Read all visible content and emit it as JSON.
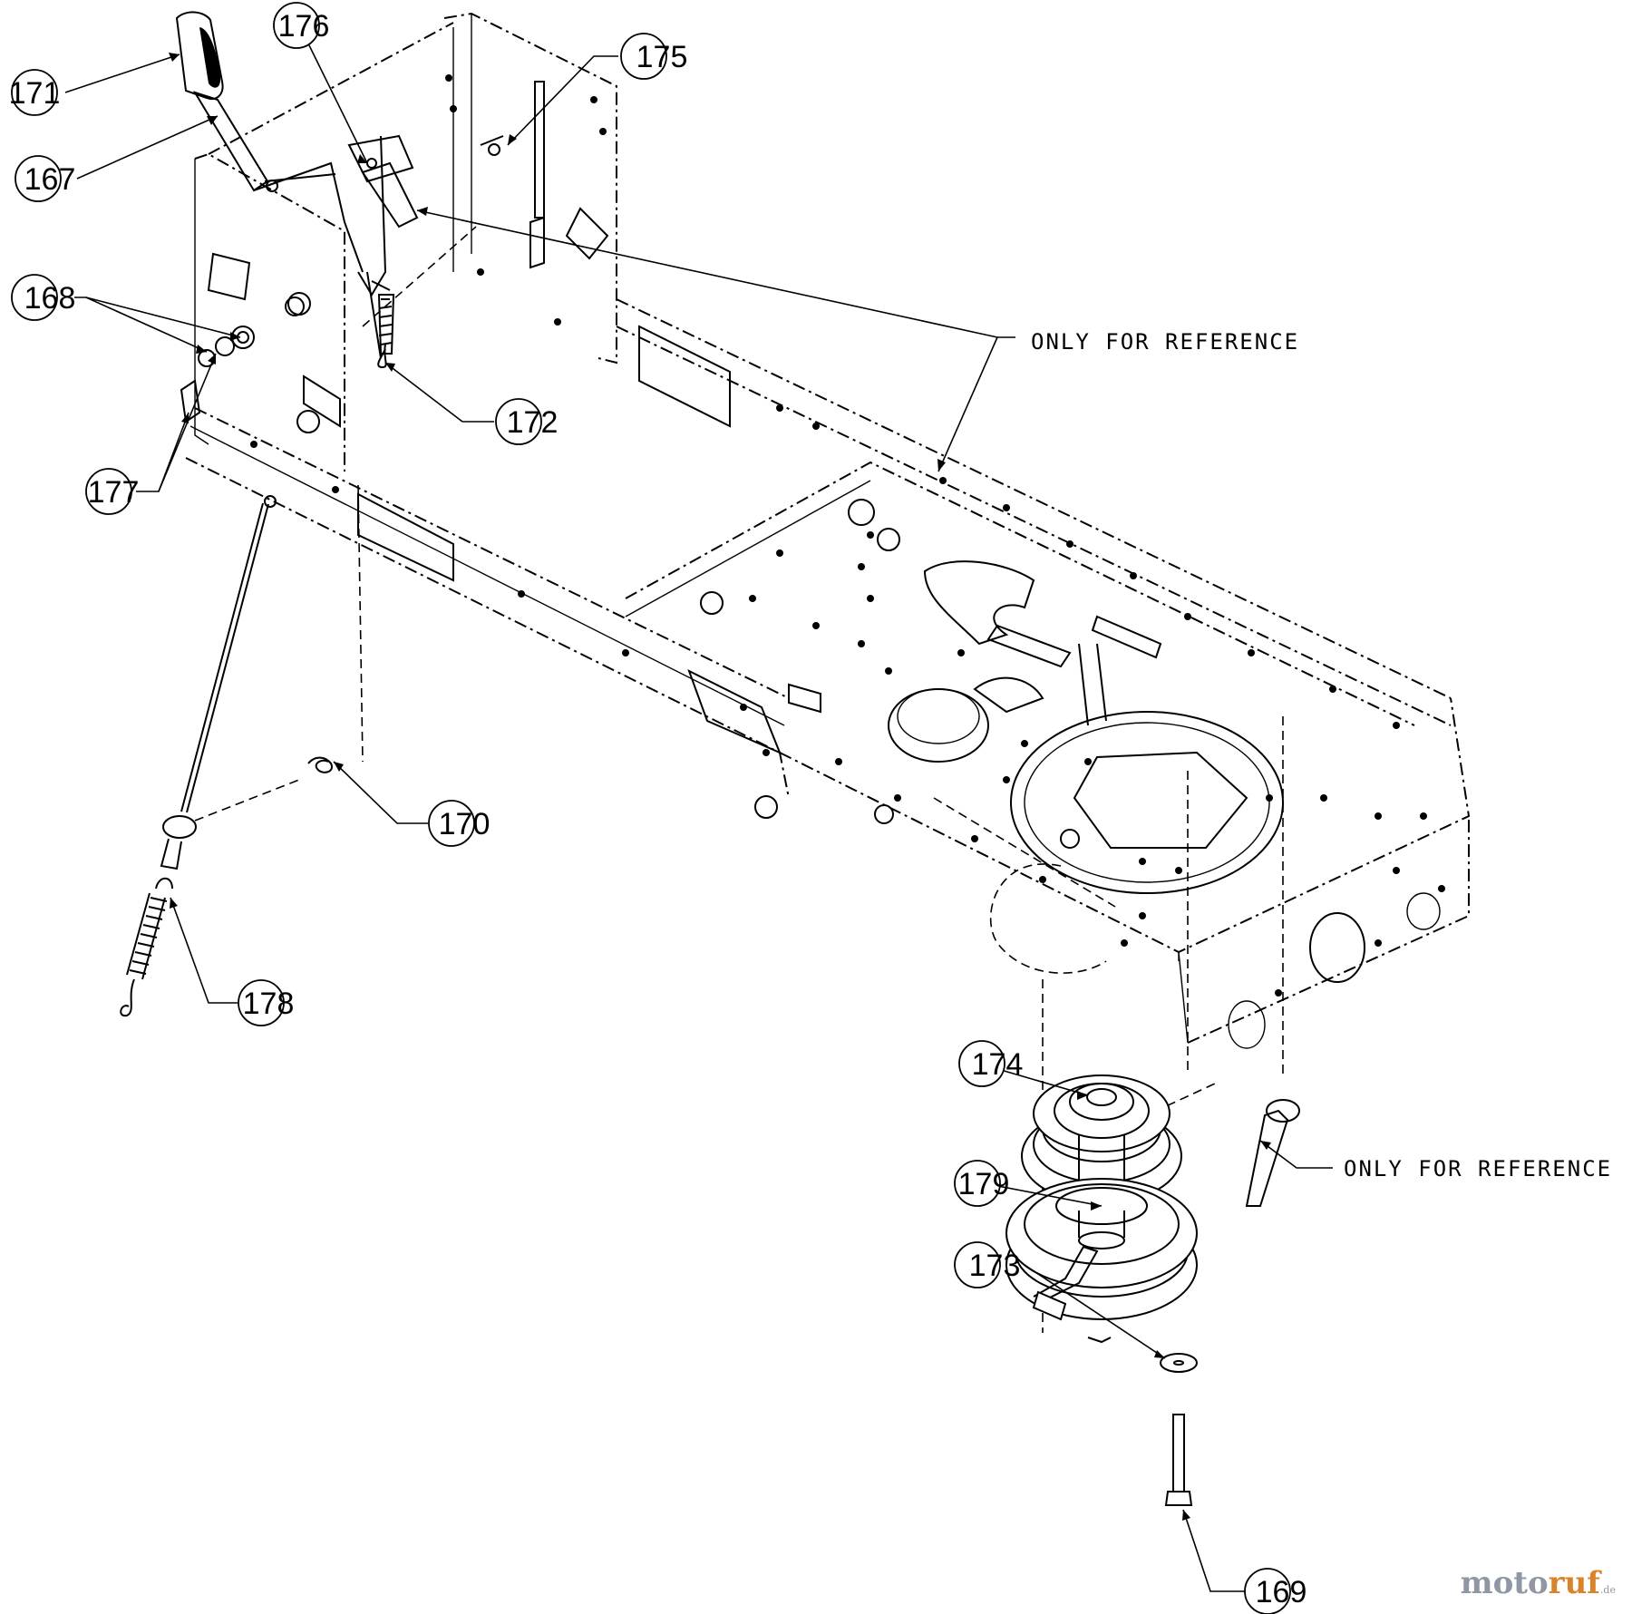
{
  "callouts": [
    {
      "key": "c171",
      "label": "171"
    },
    {
      "key": "c167",
      "label": "167"
    },
    {
      "key": "c176",
      "label": "176"
    },
    {
      "key": "c175",
      "label": "175"
    },
    {
      "key": "c168",
      "label": "168"
    },
    {
      "key": "c172",
      "label": "172"
    },
    {
      "key": "c177",
      "label": "177"
    },
    {
      "key": "c170",
      "label": "170"
    },
    {
      "key": "c178",
      "label": "178"
    },
    {
      "key": "c174",
      "label": "174"
    },
    {
      "key": "c179",
      "label": "179"
    },
    {
      "key": "c173",
      "label": "173"
    },
    {
      "key": "c169",
      "label": "169"
    }
  ],
  "notes": {
    "reference_top": "ONLY FOR REFERENCE",
    "reference_bottom": "ONLY FOR REFERENCE"
  },
  "watermark": {
    "brand_a": "moto",
    "brand_b": "ruf",
    "tld": ".de"
  }
}
